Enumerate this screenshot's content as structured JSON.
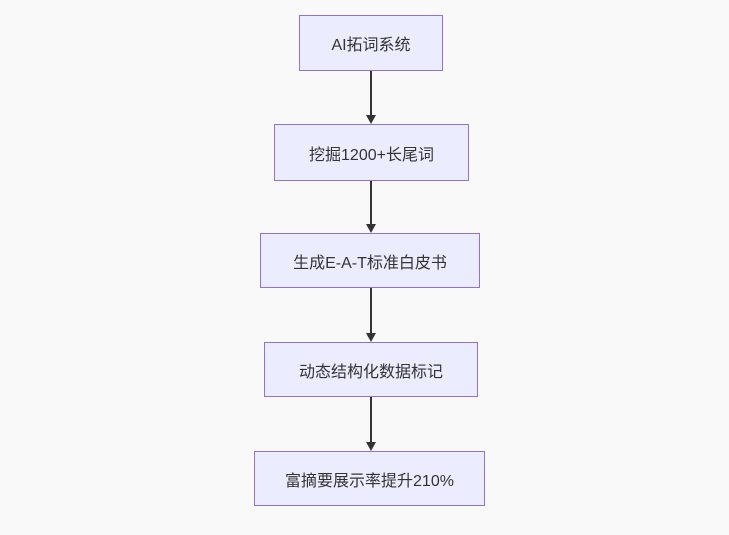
{
  "diagram": {
    "type": "flowchart",
    "direction": "top-down",
    "nodes": [
      {
        "label": "AI拓词系统"
      },
      {
        "label": "挖掘1200+长尾词"
      },
      {
        "label": "生成E-A-T标准白皮书"
      },
      {
        "label": "动态结构化数据标记"
      },
      {
        "label": "富摘要展示率提升210%"
      }
    ],
    "edges": [
      {
        "from": 0,
        "to": 1
      },
      {
        "from": 1,
        "to": 2
      },
      {
        "from": 2,
        "to": 3
      },
      {
        "from": 3,
        "to": 4
      }
    ],
    "colors": {
      "node_fill": "#ECECFF",
      "node_border": "#9370DB",
      "node_text": "#333333",
      "arrow": "#333333",
      "background": "#f9f9f9"
    }
  }
}
